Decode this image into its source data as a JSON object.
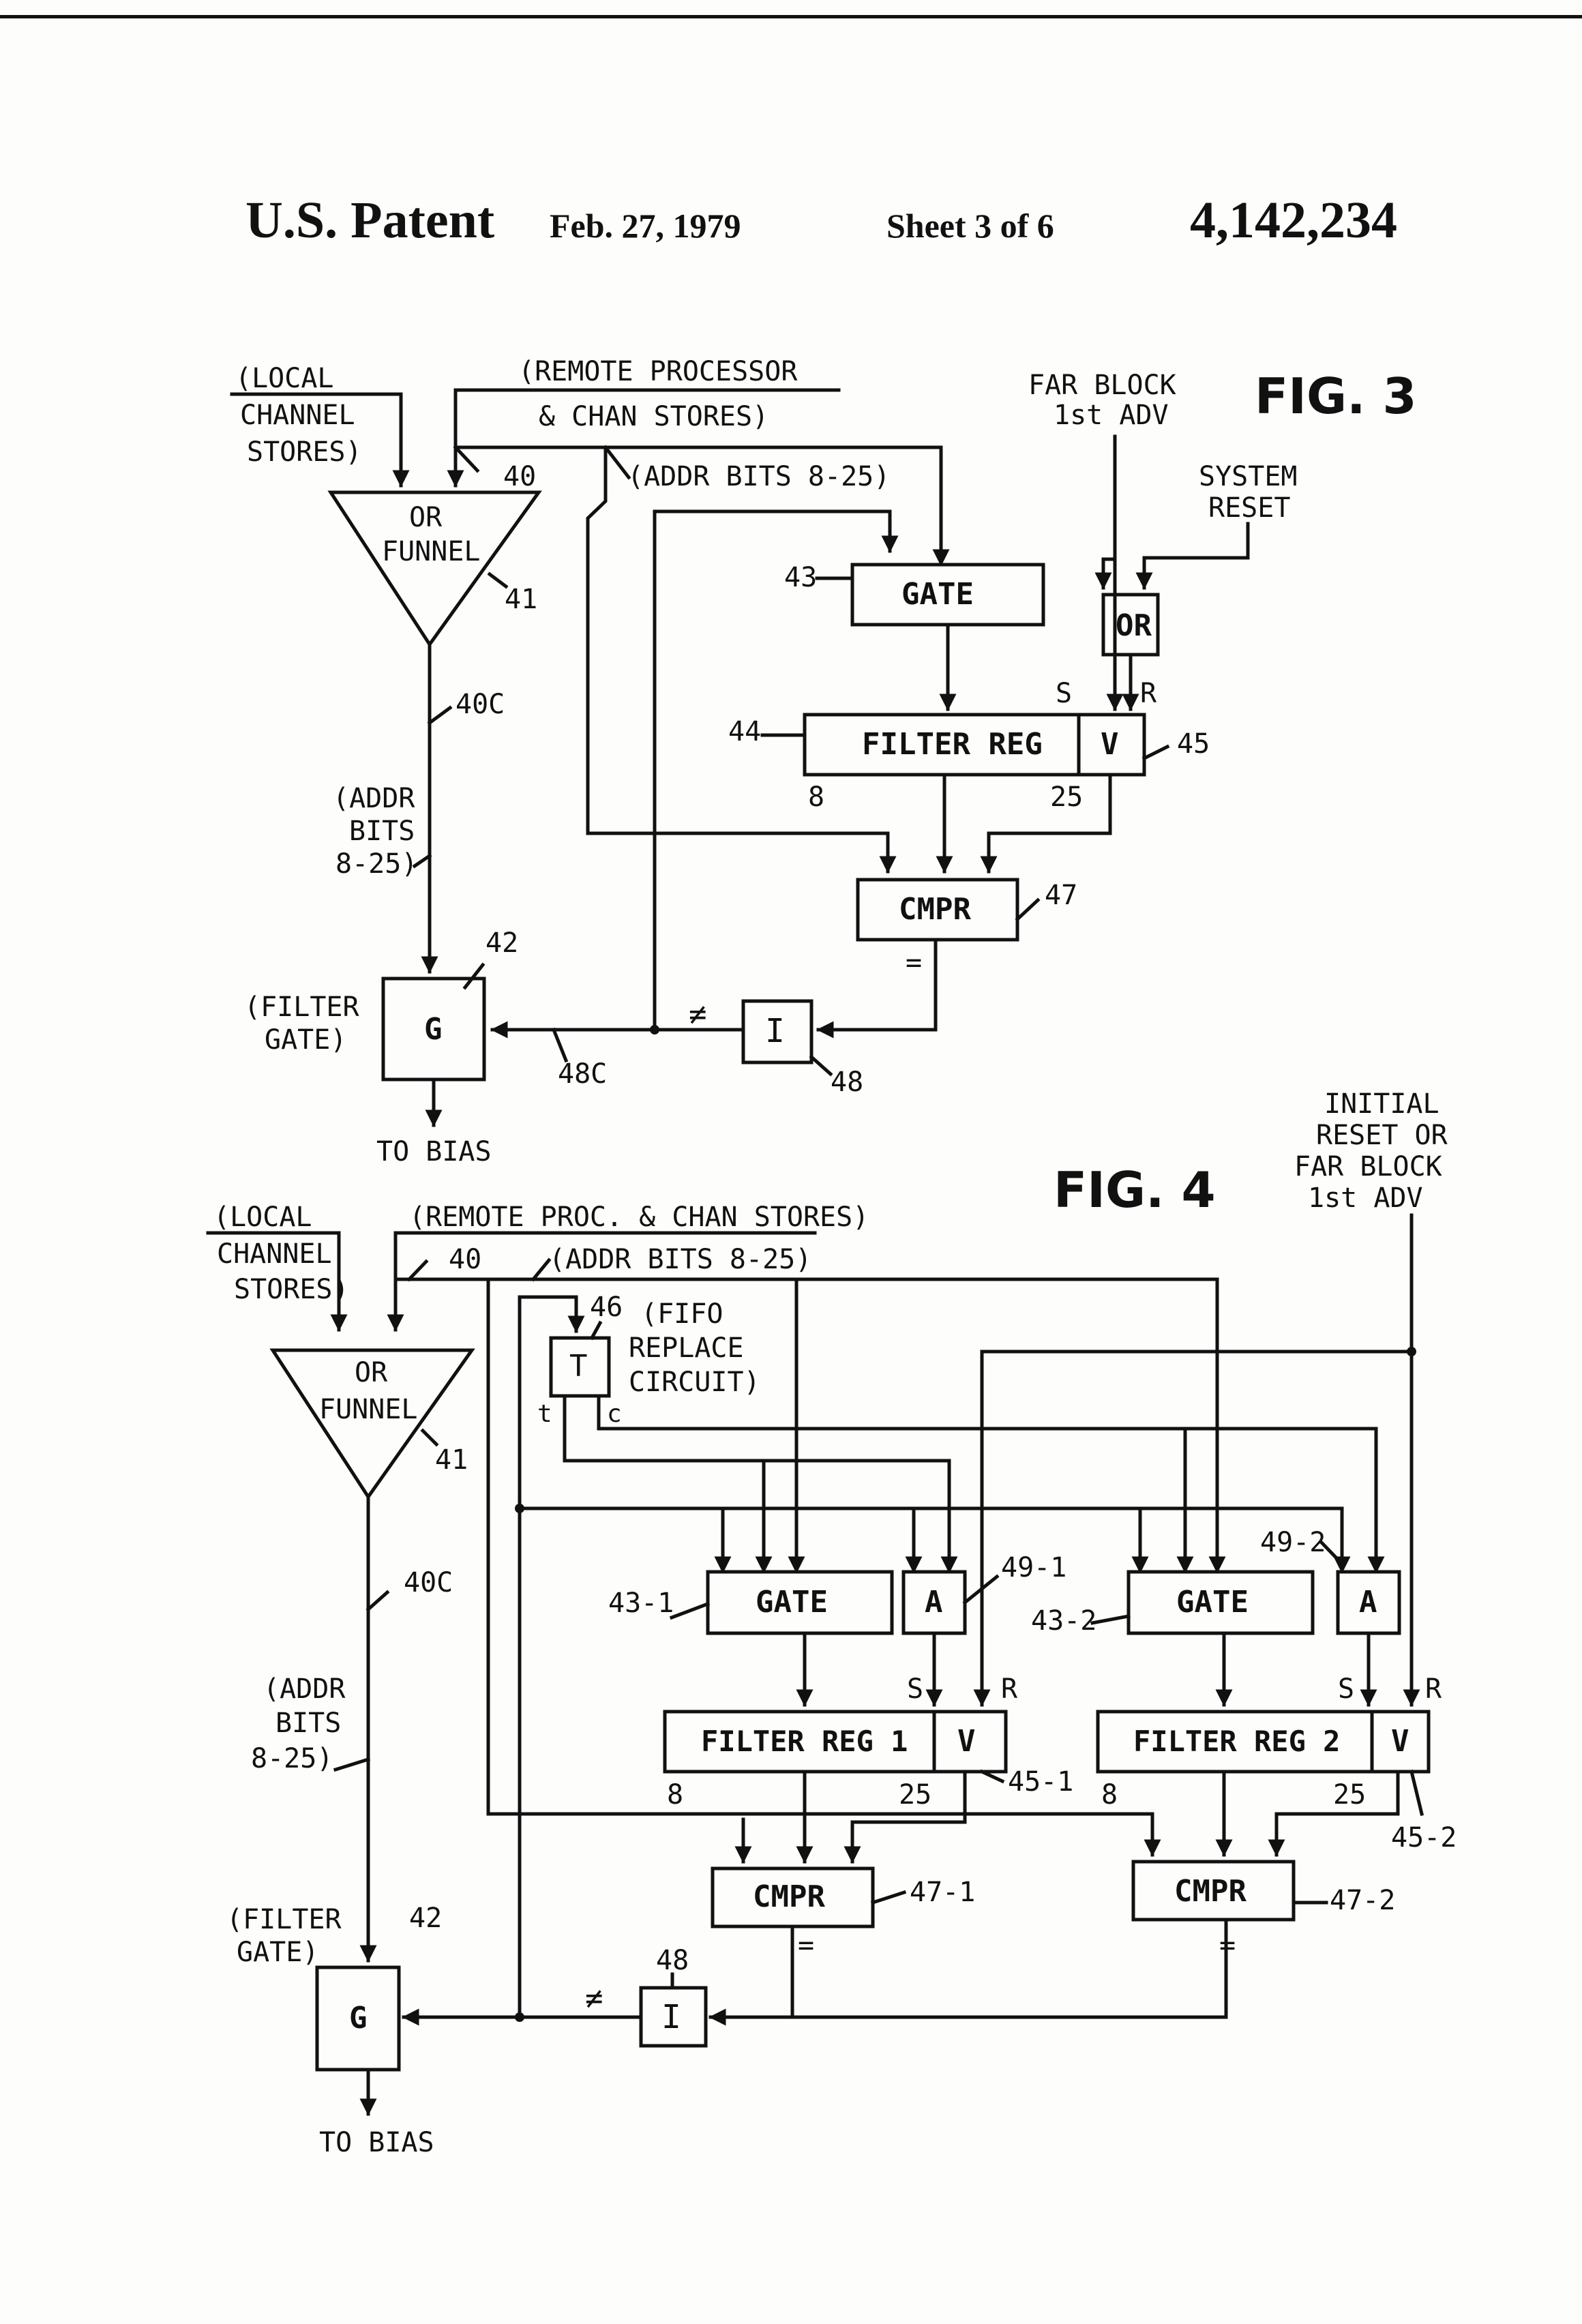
{
  "header": {
    "patent_label": "U.S. Patent",
    "date": "Feb. 27, 1979",
    "sheet": "Sheet 3 of 6",
    "patent_number": "4,142,234"
  },
  "fig3": {
    "title": "FIG. 3",
    "local_1": "(LOCAL",
    "local_2": "CHANNEL",
    "local_3": "STORES)",
    "remote_1": "(REMOTE PROCESSOR",
    "remote_2": "& CHAN STORES)",
    "far_1": "FAR BLOCK",
    "far_2": "1st ADV",
    "sys_1": "SYSTEM",
    "sys_2": "RESET",
    "ref_40": "40",
    "addr_bits": "(ADDR BITS 8-25)",
    "or_funnel_1": "OR",
    "or_funnel_2": "FUNNEL",
    "ref_41": "41",
    "ref_43": "43",
    "gate": "GATE",
    "or_gate": "OR",
    "s": "S",
    "r": "R",
    "ref_44": "44",
    "filter_reg": "FILTER REG",
    "v": "V",
    "ref_45": "45",
    "ref_40c": "40C",
    "addr_1": "(ADDR",
    "addr_2": "BITS",
    "addr_3": "8-25)",
    "bit_8": "8",
    "bit_25": "25",
    "cmpr": "CMPR",
    "ref_47": "47",
    "eq": "=",
    "ref_42": "42",
    "filter_gate_1": "(FILTER",
    "filter_gate_2": "GATE)",
    "g": "G",
    "neq": "≠",
    "inv": "I",
    "ref_48c": "48C",
    "ref_48": "48",
    "to_bias": "TO BIAS"
  },
  "fig4": {
    "title": "FIG. 4",
    "initial_1": "INITIAL",
    "initial_2": "RESET OR",
    "initial_3": "FAR BLOCK",
    "initial_4": "1st ADV",
    "local_1": "(LOCAL",
    "local_2": "CHANNEL",
    "local_3": "STORES)",
    "remote": "(REMOTE PROC. & CHAN STORES)",
    "ref_40": "40",
    "addr_bits": "(ADDR BITS 8-25)",
    "ref_46": "46",
    "fifo_1": "(FIFO",
    "fifo_2": "REPLACE",
    "fifo_3": "CIRCUIT)",
    "t": "T",
    "t_small": "t",
    "c_small": "c",
    "or_funnel_1": "OR",
    "or_funnel_2": "FUNNEL",
    "ref_41": "41",
    "ref_40c": "40C",
    "ref_43_1": "43-1",
    "gate": "GATE",
    "a": "A",
    "ref_49_1": "49-1",
    "ref_43_2": "43-2",
    "ref_49_2": "49-2",
    "s": "S",
    "r": "R",
    "filter_reg_1": "FILTER REG 1",
    "filter_reg_2": "FILTER REG 2",
    "v": "V",
    "ref_45_1": "45-1",
    "ref_45_2": "45-2",
    "bit_8": "8",
    "bit_25": "25",
    "addr_1": "(ADDR",
    "addr_2": "BITS",
    "addr_3": "8-25)",
    "cmpr": "CMPR",
    "ref_47_1": "47-1",
    "ref_47_2": "47-2",
    "eq": "=",
    "filter_gate_1": "(FILTER",
    "filter_gate_2": "GATE)",
    "ref_42": "42",
    "ref_48": "48",
    "neq": "≠",
    "inv": "I",
    "g": "G",
    "to_bias": "TO BIAS"
  }
}
